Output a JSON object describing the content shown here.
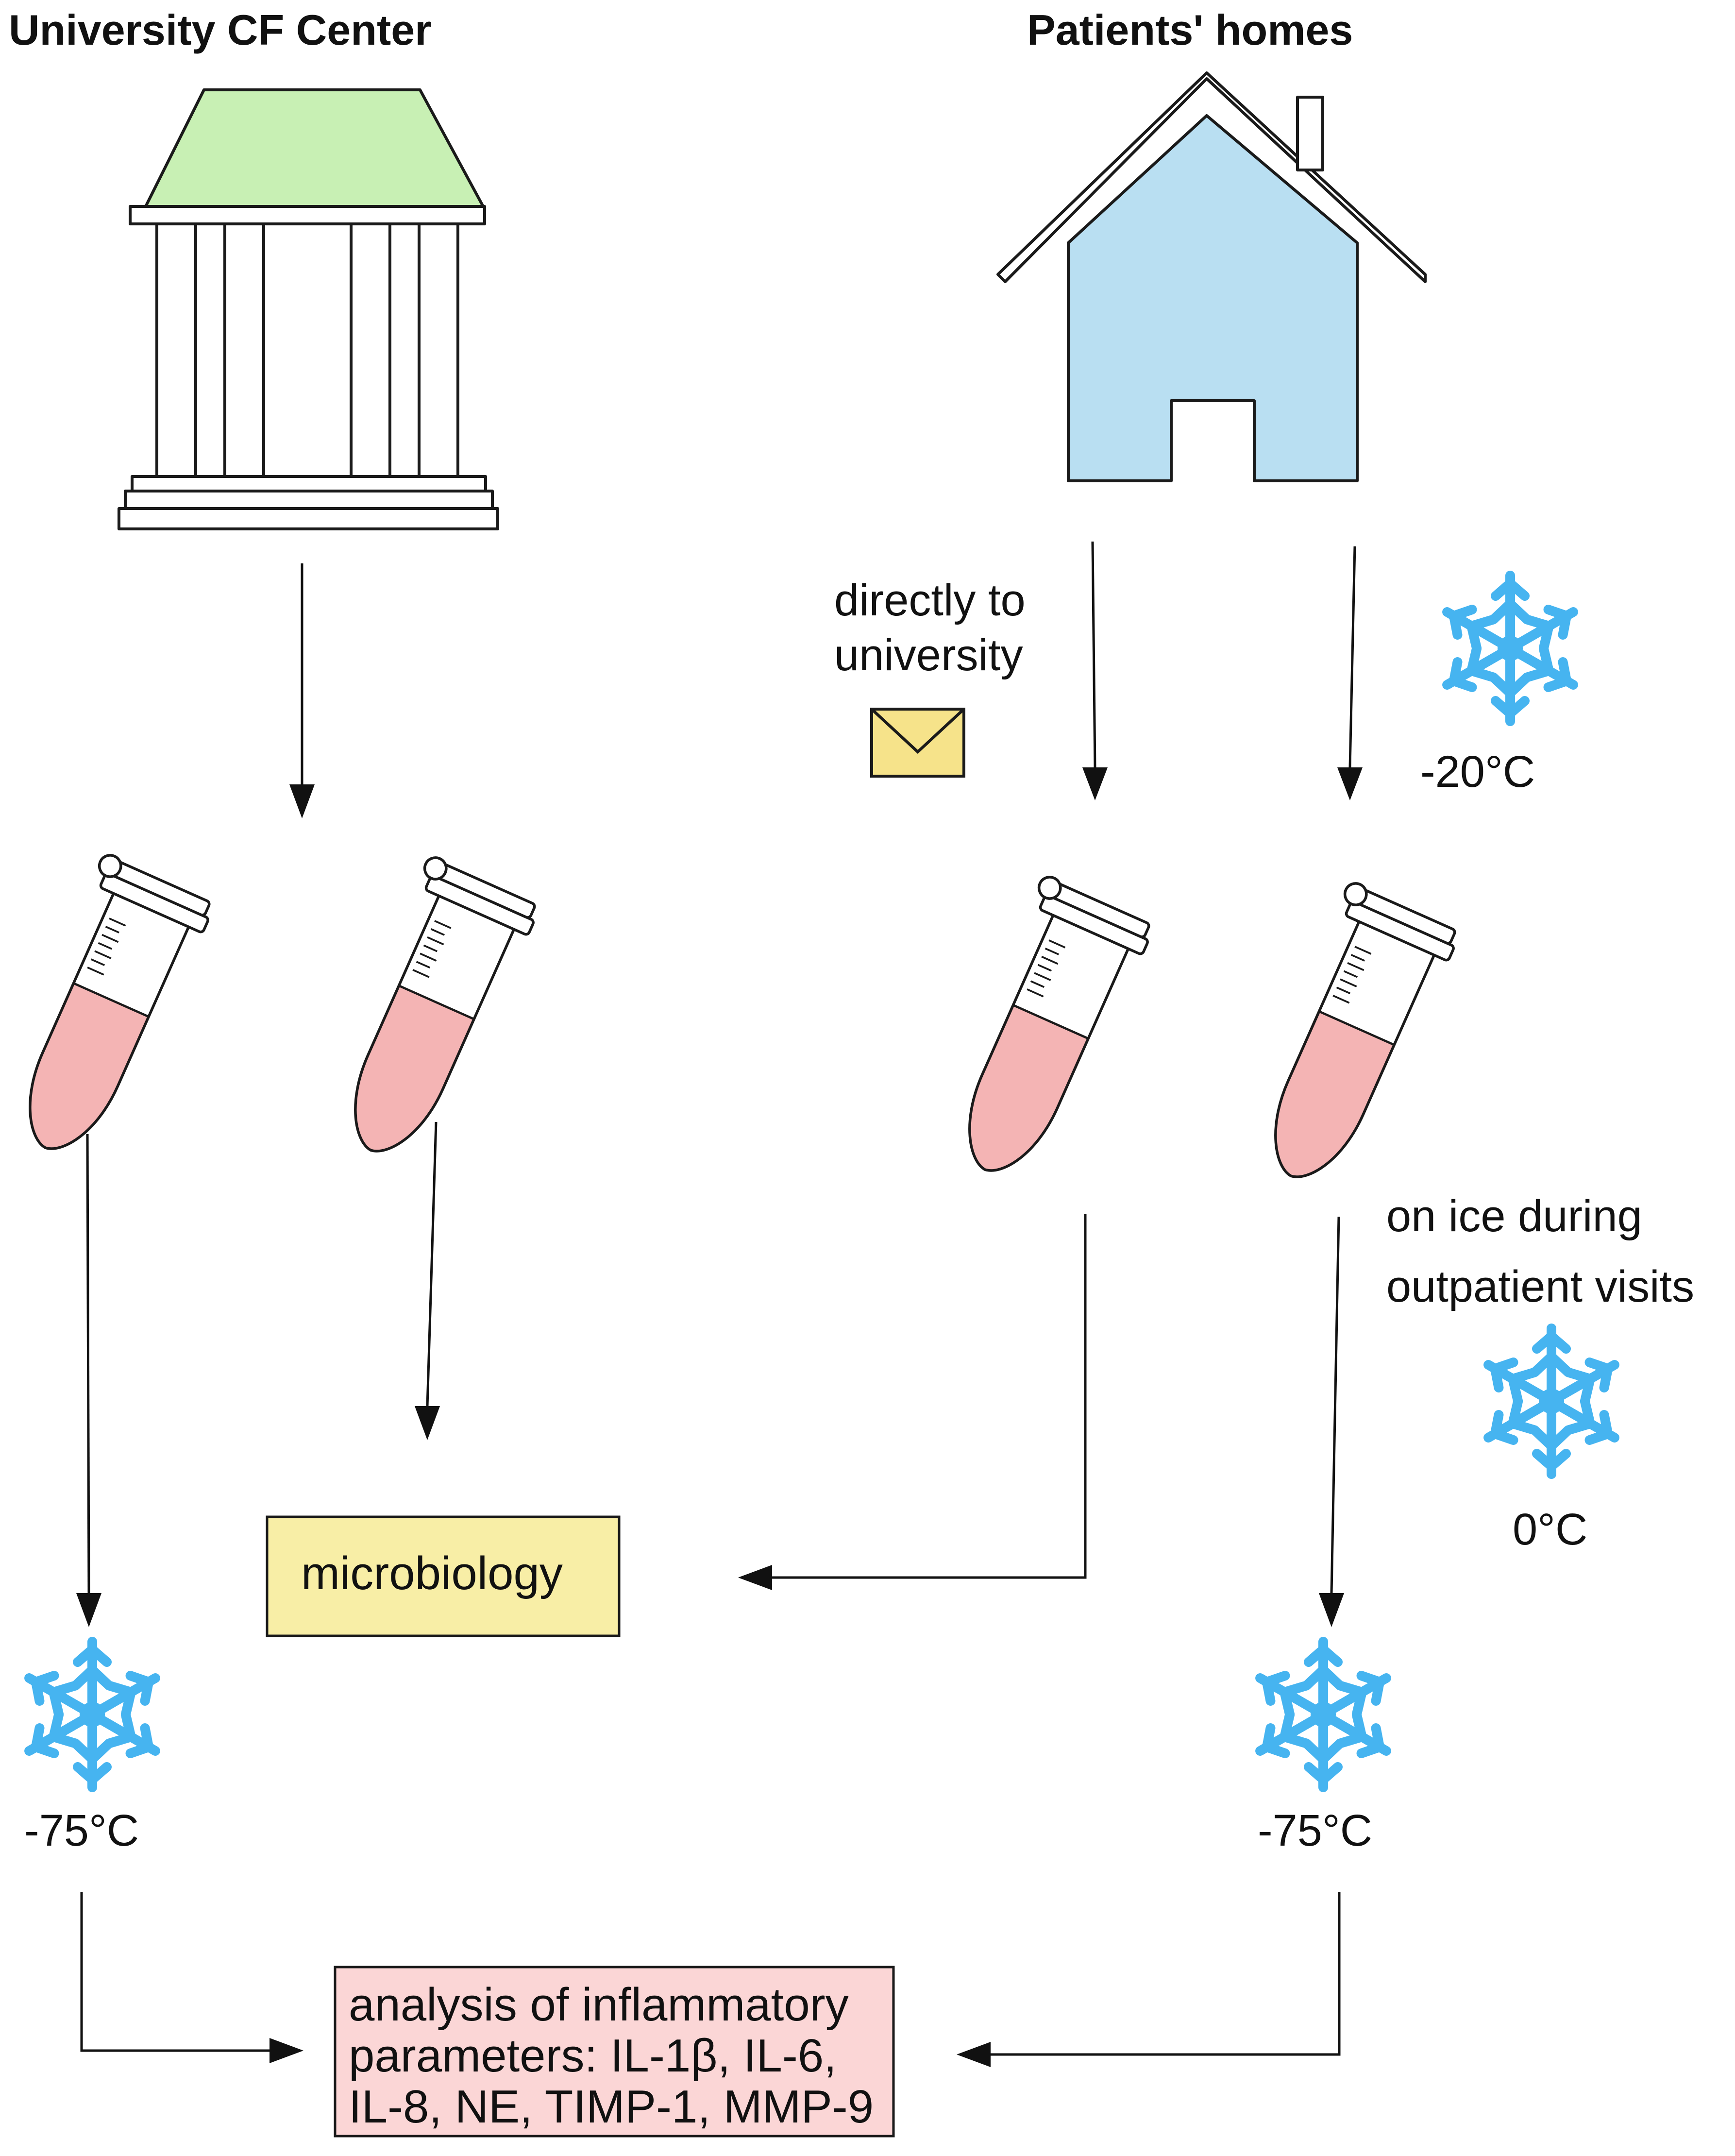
{
  "locations": {
    "center_title": "University CF Center",
    "homes_title": "Patients' homes"
  },
  "annotations": {
    "direct_line1": "directly to",
    "direct_line2": "university",
    "temp_home_freeze": "-20°C",
    "ice_line1": "on ice during",
    "ice_line2": "outpatient visits",
    "temp_ice": "0°C",
    "temp_left_freeze": "-75°C",
    "temp_right_freeze": "-75°C"
  },
  "boxes": {
    "microbiology": "microbiology",
    "analysis_line1": "analysis of inflammatory",
    "analysis_line2": "parameters: IL-1β, IL-6,",
    "analysis_line3": "IL-8, NE, TIMP-1, MMP-9"
  },
  "colors": {
    "roof_green": "#c8f0b4",
    "house_blue": "#b9dff2",
    "snowflake_blue": "#46b4f0",
    "sample_pink": "#f4b4b4",
    "envelope_yellow": "#f6e38a",
    "microbiology_box": "#f8eea6",
    "analysis_box": "#fbd6d6"
  },
  "icons": [
    "university-building-icon",
    "house-icon",
    "envelope-icon",
    "snowflake-icon",
    "sample-tube-icon"
  ]
}
